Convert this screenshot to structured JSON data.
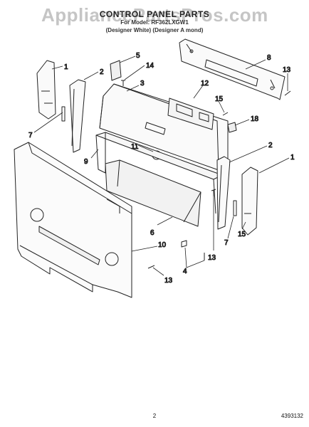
{
  "header": {
    "title": "CONTROL PANEL PARTS",
    "model_line": "For Model: RF362LXGW1",
    "variant_line": "(Designer White)   (Designer A mond)"
  },
  "watermark": {
    "text": "AppliancePartsPros.com",
    "color": "#999999"
  },
  "callouts": {
    "c1a": "1",
    "c2a": "2",
    "c5": "5",
    "c14": "14",
    "c3": "3",
    "c8": "8",
    "c13a": "13",
    "c12": "12",
    "c15a": "15",
    "c18": "18",
    "c7a": "7",
    "c11": "11",
    "c9": "9",
    "c2b": "2",
    "c1b": "1",
    "c6": "6",
    "c13b": "13",
    "c7b": "7",
    "c15b": "15",
    "c10": "10",
    "c4": "4",
    "c13c": "13"
  },
  "footer": {
    "page": "2",
    "code": "4393132"
  }
}
